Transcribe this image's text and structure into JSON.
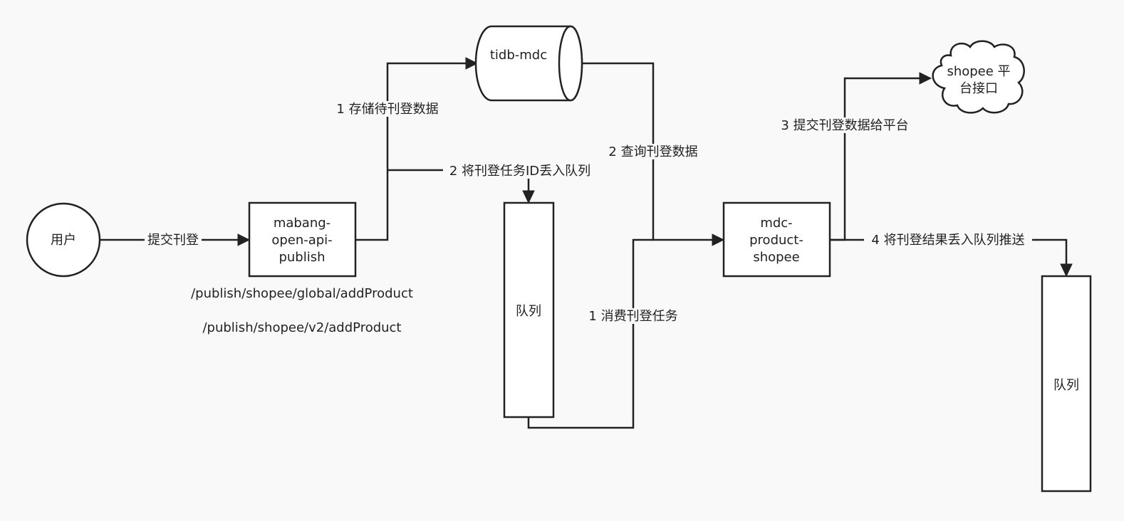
{
  "nodes": {
    "user": {
      "label": "用户"
    },
    "publish_service": {
      "lines": [
        "mabang-",
        "open-api-",
        "publish"
      ]
    },
    "tidb": {
      "label": "tidb-mdc"
    },
    "queue_1": {
      "label": "队列"
    },
    "mdc_shopee": {
      "lines": [
        "mdc-",
        "product-",
        "shopee"
      ]
    },
    "shopee_cloud": {
      "lines": [
        "shopee 平",
        "台接口"
      ]
    },
    "queue_2": {
      "label": "队列"
    }
  },
  "edges": {
    "submit": {
      "label": "提交刊登"
    },
    "store": {
      "label": "1 存储待刊登数据"
    },
    "enqueue_task": {
      "label": "2 将刊登任务ID丢入队列"
    },
    "query": {
      "label": "2 查询刊登数据"
    },
    "consume": {
      "label": "1 消费刊登任务"
    },
    "submit_platform": {
      "label": "3 提交刊登数据给平台"
    },
    "enqueue_result": {
      "label": "4 将刊登结果丢入队列推送"
    }
  },
  "notes": {
    "endpoints": [
      "/publish/shopee/global/addProduct",
      "/publish/shopee/v2/addProduct"
    ]
  }
}
